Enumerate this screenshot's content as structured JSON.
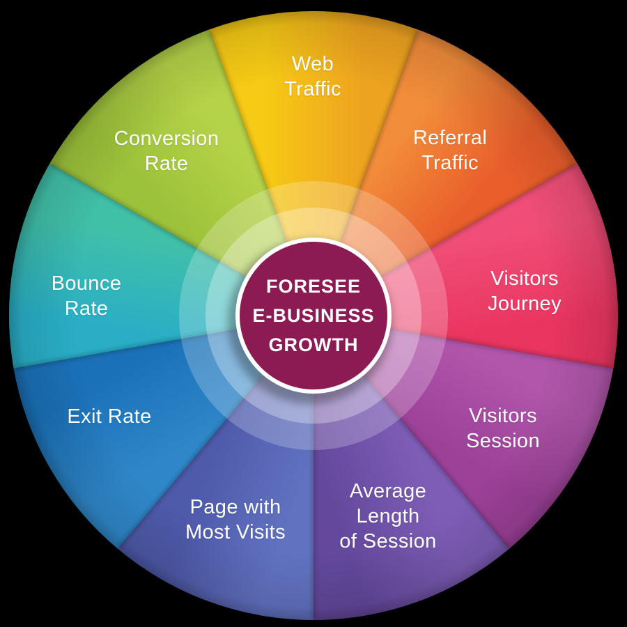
{
  "page": {
    "background": "#000000",
    "description": "Foresee E-Business Growth wheel infographic"
  },
  "center": {
    "lines": [
      "FORESEE",
      "E-BUSINESS",
      "GROWTH"
    ],
    "fill": "#8C1B53",
    "rim": "#FFFFFF",
    "text_color": "#FFFFFF"
  },
  "wheel": {
    "start_angle": -110,
    "segment_angle": 40,
    "inner_ring_tints": [
      0.45,
      0.22
    ],
    "segments": [
      {
        "id": "web-traffic",
        "label": "Web Traffic",
        "lines": [
          "Web",
          "Traffic"
        ],
        "color_start": "#F6CA15",
        "color_end": "#EEA320"
      },
      {
        "id": "referral-traffic",
        "label": "Referral Traffic",
        "lines": [
          "Referral",
          "Traffic"
        ],
        "color_start": "#F28D3A",
        "color_end": "#E95E2B"
      },
      {
        "id": "visitors-journey",
        "label": "Visitors Journey",
        "lines": [
          "Visitors",
          "Journey"
        ],
        "color_start": "#F04E78",
        "color_end": "#E93560"
      },
      {
        "id": "visitors-session",
        "label": "Visitors Session",
        "lines": [
          "Visitors",
          "Session"
        ],
        "color_start": "#B156AB",
        "color_end": "#9C4098"
      },
      {
        "id": "average-length-of-session",
        "label": "Average Length of Session",
        "lines": [
          "Average",
          "Length",
          "of Session"
        ],
        "color_start": "#7E5DB7",
        "color_end": "#63489C"
      },
      {
        "id": "page-with-most-visits",
        "label": "Page with Most Visits",
        "lines": [
          "Page with",
          "Most Visits"
        ],
        "color_start": "#6172C1",
        "color_end": "#4E5AAA"
      },
      {
        "id": "exit-rate",
        "label": "Exit Rate",
        "lines": [
          "Exit Rate"
        ],
        "color_start": "#2F87C9",
        "color_end": "#1A71B8"
      },
      {
        "id": "bounce-rate",
        "label": "Bounce Rate",
        "lines": [
          "Bounce",
          "Rate"
        ],
        "color_start": "#29AEC6",
        "color_end": "#41C0A8"
      },
      {
        "id": "conversion-rate",
        "label": "Conversion Rate",
        "lines": [
          "Conversion",
          "Rate"
        ],
        "color_start": "#9CC13A",
        "color_end": "#B5D348"
      }
    ]
  }
}
